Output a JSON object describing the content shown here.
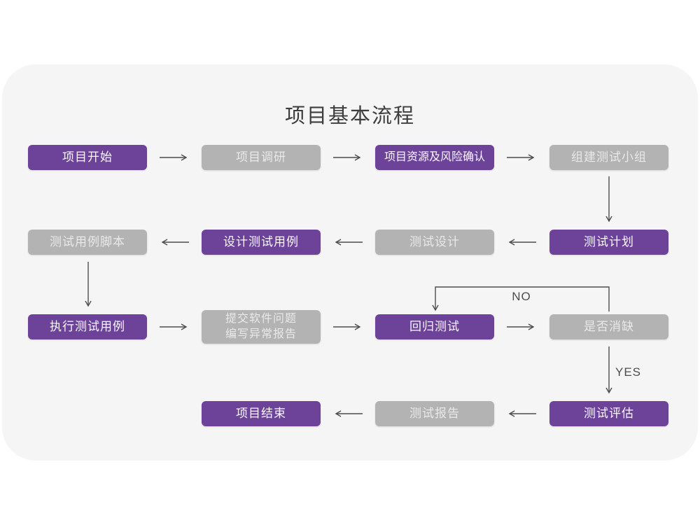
{
  "title": "项目基本流程",
  "colors": {
    "accent_purple": "#6c4399",
    "inactive_gray": "#b3b3b3",
    "card_background": "#f5f5f5",
    "arrow": "#4d4d4d"
  },
  "decision_labels": {
    "no": "NO",
    "yes": "YES"
  },
  "nodes": [
    {
      "id": "project-start",
      "label": "项目开始",
      "variant": "purple"
    },
    {
      "id": "project-research",
      "label": "项目调研",
      "variant": "gray"
    },
    {
      "id": "resources-risk",
      "label": "项目资源及风险确认",
      "variant": "purple"
    },
    {
      "id": "build-test-team",
      "label": "组建测试小组",
      "variant": "gray"
    },
    {
      "id": "test-plan",
      "label": "测试计划",
      "variant": "purple"
    },
    {
      "id": "test-design",
      "label": "测试设计",
      "variant": "gray"
    },
    {
      "id": "design-test-cases",
      "label": "设计测试用例",
      "variant": "purple"
    },
    {
      "id": "test-case-script",
      "label": "测试用例脚本",
      "variant": "gray"
    },
    {
      "id": "execute-test-cases",
      "label": "执行测试用例",
      "variant": "purple"
    },
    {
      "id": "submit-issue-report",
      "label": "提交软件问题\n编写异常报告",
      "variant": "gray"
    },
    {
      "id": "regression-test",
      "label": "回归测试",
      "variant": "purple"
    },
    {
      "id": "defect-cleared",
      "label": "是否消缺",
      "variant": "gray"
    },
    {
      "id": "test-evaluation",
      "label": "测试评估",
      "variant": "purple"
    },
    {
      "id": "test-report",
      "label": "测试报告",
      "variant": "gray"
    },
    {
      "id": "project-end",
      "label": "项目结束",
      "variant": "purple"
    }
  ]
}
